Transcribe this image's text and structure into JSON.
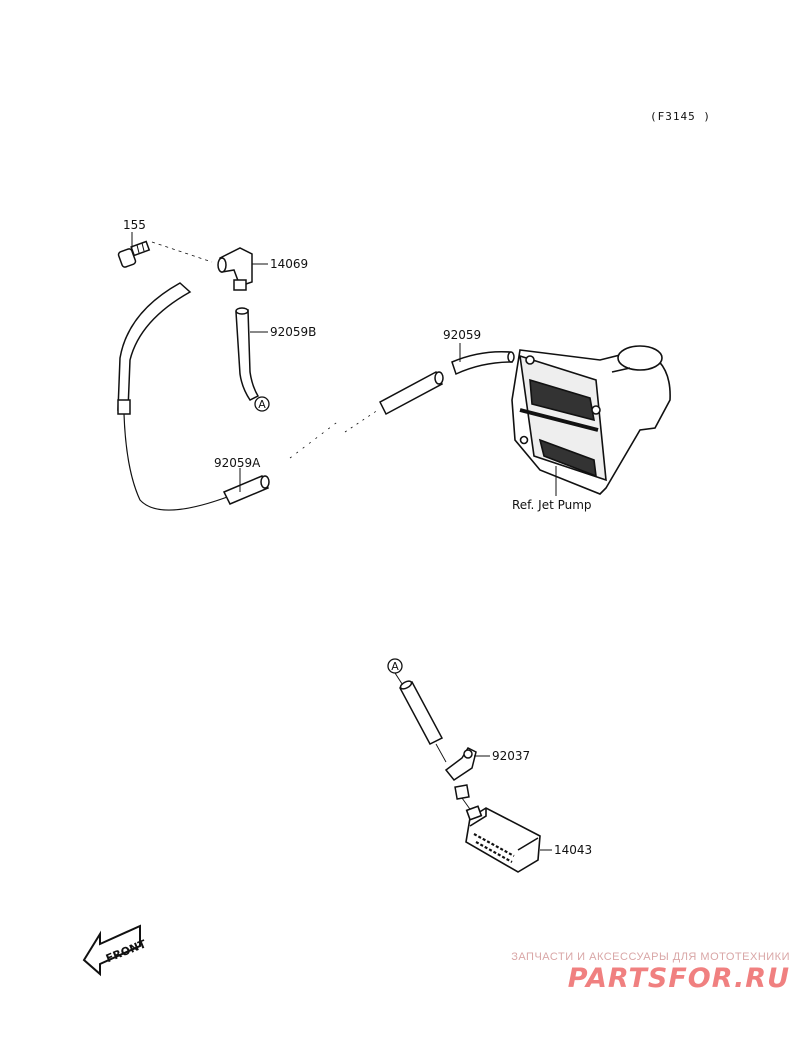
{
  "diagram_code": "(F3145 )",
  "parts": {
    "p155": "155",
    "p14069": "14069",
    "p92059B": "92059B",
    "p92059": "92059",
    "p92059A": "92059A",
    "p92037": "92037",
    "p14043": "14043"
  },
  "ref_label": "Ref. Jet Pump",
  "connector_marker": "A",
  "front_label": "FRONT",
  "watermark": {
    "tagline": "ЗАПЧАСТИ И АКСЕССУАРЫ ДЛЯ МОТОТЕХНИКИ",
    "brand": "PARTSFOR.RU"
  },
  "colors": {
    "line": "#111111",
    "watermark": "#f08080"
  }
}
